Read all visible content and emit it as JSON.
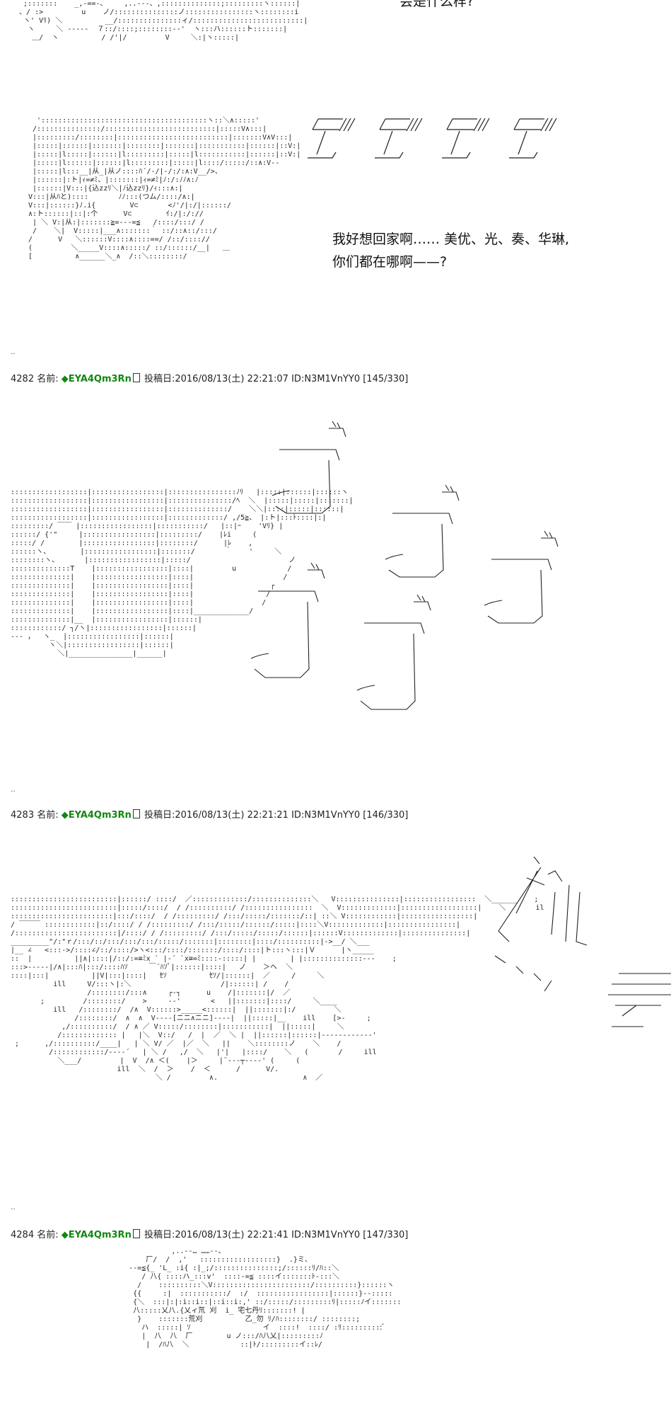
{
  "top_caption": "会是什么样?",
  "dialogue_1": {
    "line1": "我好想回家啊…… 美优、光、奏、华琳,",
    "line2": "你们都在哪啊——?"
  },
  "posts": [
    {
      "number": "4282",
      "name_label": "名前:",
      "name": "◆EYA4Qm3Rn",
      "date_label": "投稿日:",
      "date": "2016/08/13(土) 22:21:07",
      "id": "ID:N3M1VnYY0",
      "count": "[145/330]"
    },
    {
      "number": "4283",
      "name_label": "名前:",
      "name": "◆EYA4Qm3Rn",
      "date_label": "投稿日:",
      "date": "2016/08/13(土) 22:21:21",
      "id": "ID:N3M1VnYY0",
      "count": "[146/330]"
    },
    {
      "number": "4284",
      "name_label": "名前:",
      "name": "◆EYA4Qm3Rn",
      "date_label": "投稿日:",
      "date": "2016/08/13(土) 22:21:41",
      "id": "ID:N3M1VnYY0",
      "count": "[147/330]"
    }
  ],
  "separator": "‥"
}
